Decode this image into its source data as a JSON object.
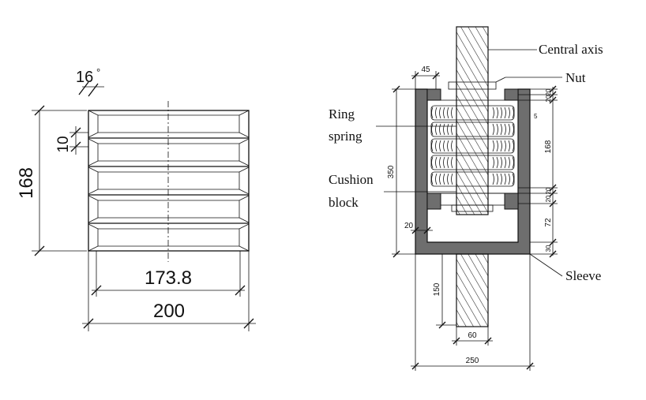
{
  "left_figure": {
    "dims": {
      "top_a": "16",
      "top_b": "°",
      "height": "168",
      "spacing": "10",
      "inner_width": "173.8",
      "outer_width": "200"
    }
  },
  "right_figure": {
    "labels": {
      "central_axis": "Central axis",
      "nut": "Nut",
      "ring_spring_1": "Ring",
      "ring_spring_2": "spring",
      "cushion_1": "Cushion",
      "cushion_2": "block",
      "sleeve": "Sleeve"
    },
    "dims": {
      "d45": "45",
      "d350": "350",
      "d20_left": "20",
      "d150": "150",
      "d60": "60",
      "d250": "250",
      "d20_top1": "20",
      "d20_top2": "20",
      "d168": "168",
      "d20_b1": "20",
      "d20_b2": "20",
      "d72": "72",
      "d30": "30",
      "d5": "5"
    }
  }
}
